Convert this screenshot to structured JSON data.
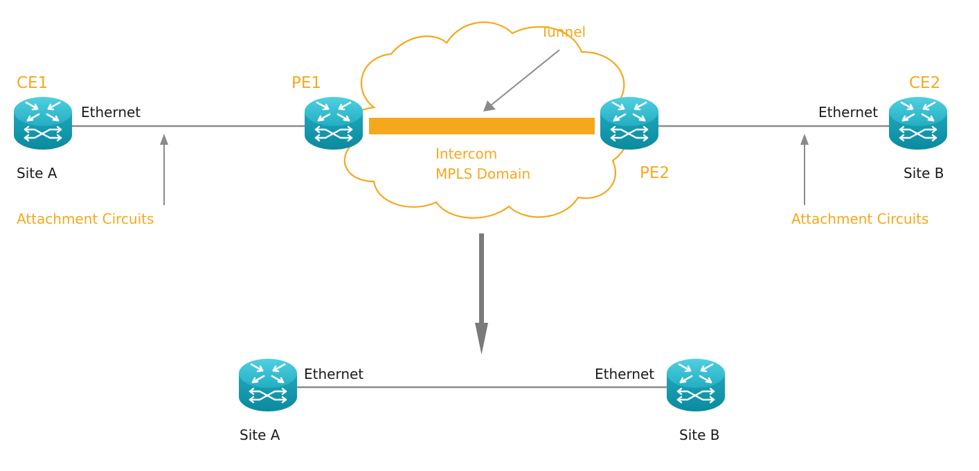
{
  "colors": {
    "accent_orange": "#f5a81c",
    "router_teal": "#2fb7c9",
    "router_teal_dark": "#0d8fa3",
    "line_gray": "#8a8a8a"
  },
  "top": {
    "ce1_name": "CE1",
    "ce2_name": "CE2",
    "pe1_name": "PE1",
    "pe2_name": "PE2",
    "site_a": "Site A",
    "site_b": "Site B",
    "ethernet_left": "Ethernet",
    "ethernet_right": "Ethernet",
    "attachment_left": "Attachment Circuits",
    "attachment_right": "Attachment Circuits",
    "tunnel_label": "Tunnel",
    "domain_line1": "Intercom",
    "domain_line2": "MPLS Domain"
  },
  "bottom": {
    "site_a": "Site A",
    "site_b": "Site B",
    "ethernet_left": "Ethernet",
    "ethernet_right": "Ethernet"
  },
  "icons": {
    "router": "router-icon",
    "cloud": "cloud-icon",
    "arrow": "arrow-icon"
  }
}
